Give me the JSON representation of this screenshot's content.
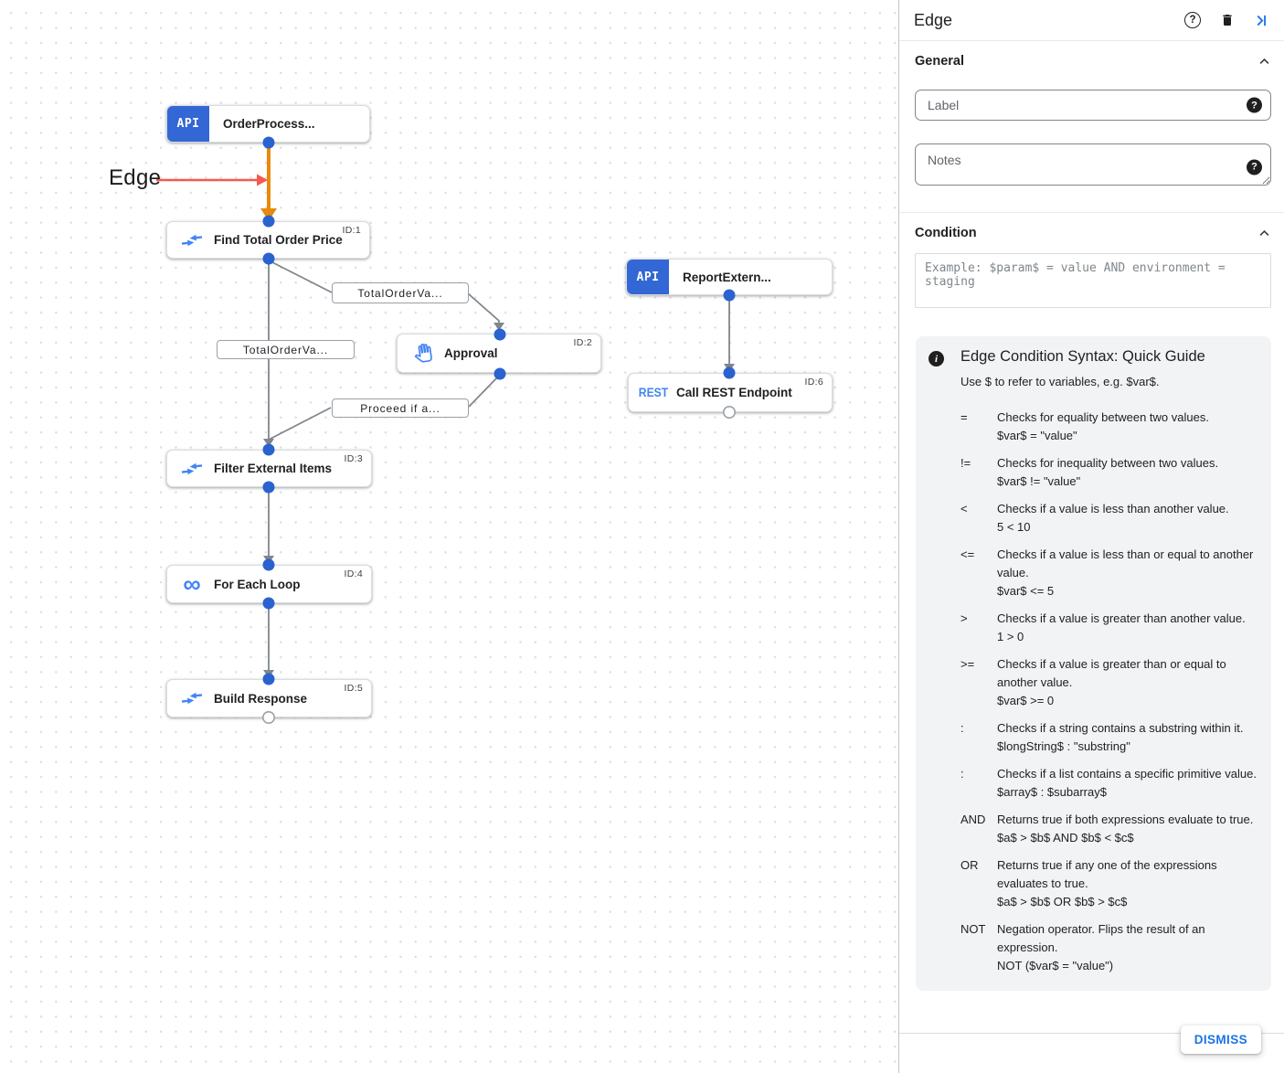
{
  "canvas": {
    "annotation": {
      "label": "Edge"
    },
    "nodes": [
      {
        "label": "OrderProcess...",
        "id": ""
      },
      {
        "label": "Find Total Order Price",
        "id": "ID:1"
      },
      {
        "label": "Approval",
        "id": "ID:2"
      },
      {
        "label": "ReportExtern...",
        "id": ""
      },
      {
        "label": "Call REST Endpoint",
        "id": "ID:6"
      },
      {
        "label": "Filter External Items",
        "id": "ID:3"
      },
      {
        "label": "For Each Loop",
        "id": "ID:4"
      },
      {
        "label": "Build Response",
        "id": "ID:5"
      }
    ],
    "edge_labels": [
      "TotalOrderVa...",
      "TotalOrderVa...",
      "Proceed if a..."
    ],
    "badges": {
      "api": "API",
      "rest": "REST",
      "infinity": "∞"
    }
  },
  "panel": {
    "title": "Edge",
    "general": {
      "heading": "General",
      "label_placeholder": "Label",
      "notes_placeholder": "Notes"
    },
    "condition": {
      "heading": "Condition",
      "placeholder": "Example: $param$ = value AND environment = staging"
    },
    "guide": {
      "info_glyph": "i",
      "title": "Edge Condition Syntax: Quick Guide",
      "intro": "Use $ to refer to variables, e.g. $var$.",
      "rows": [
        {
          "op": "=",
          "desc": "Checks for equality between two values.",
          "example": "$var$ = \"value\""
        },
        {
          "op": "!=",
          "desc": "Checks for inequality between two values.",
          "example": "$var$ != \"value\""
        },
        {
          "op": "<",
          "desc": "Checks if a value is less than another value.",
          "example": "5 < 10"
        },
        {
          "op": "<=",
          "desc": "Checks if a value is less than or equal to another value.",
          "example": "$var$ <= 5"
        },
        {
          "op": ">",
          "desc": "Checks if a value is greater than another value.",
          "example": "1 > 0"
        },
        {
          "op": ">=",
          "desc": "Checks if a value is greater than or equal to another value.",
          "example": "$var$ >= 0"
        },
        {
          "op": ":",
          "desc": "Checks if a string contains a substring within it.",
          "example": "$longString$ : \"substring\""
        },
        {
          "op": ":",
          "desc": "Checks if a list contains a specific primitive value.",
          "example": "$array$ : $subarray$"
        },
        {
          "op": "AND",
          "desc": "Returns true if both expressions evaluate to true.",
          "example": "$a$ > $b$ AND $b$ < $c$"
        },
        {
          "op": "OR",
          "desc": "Returns true if any one of the expressions evaluates to true.",
          "example": "$a$ > $b$ OR $b$ > $c$"
        },
        {
          "op": "NOT",
          "desc": "Negation operator. Flips the result of an expression.",
          "example": "NOT ($var$ = \"value\")"
        }
      ]
    },
    "dismiss_label": "DISMISS",
    "help_glyph": "?"
  },
  "colors": {
    "node_badge_blue": "#3367D6",
    "icon_blue": "#4285F4",
    "dot_blue": "#2A62CF",
    "edge_gray": "#80868B",
    "edge_orange": "#E8890C",
    "annotation_red": "#F4594E",
    "accent_blue": "#1A73E8"
  }
}
